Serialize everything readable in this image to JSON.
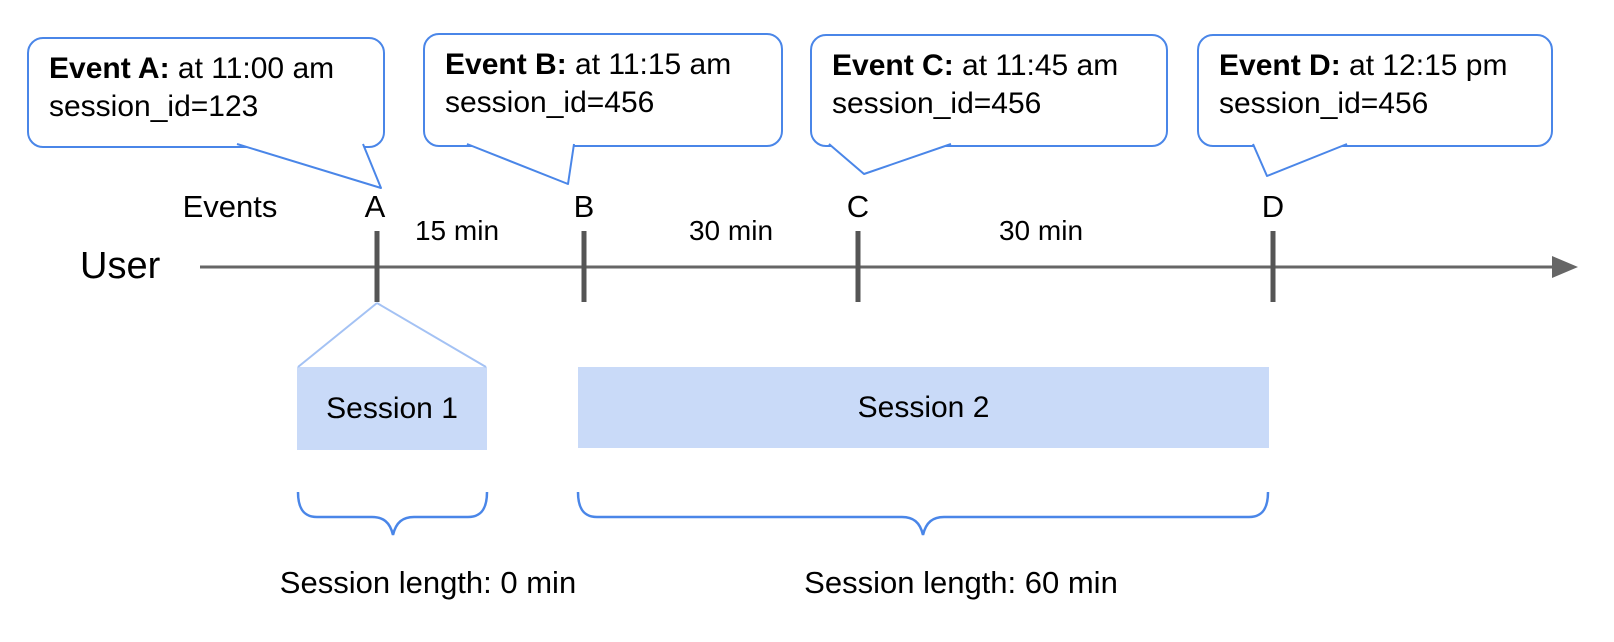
{
  "figure": {
    "events_label": "Events",
    "user_label": "User",
    "letters": [
      "A",
      "B",
      "C",
      "D"
    ],
    "intervals": [
      "15 min",
      "30 min",
      "30 min"
    ]
  },
  "bubbles": [
    {
      "bold": "Event A:",
      "rest": " at 11:00 am",
      "line2": "session_id=123"
    },
    {
      "bold": "Event B:",
      "rest": " at 11:15 am",
      "line2": "session_id=456"
    },
    {
      "bold": "Event C:",
      "rest": " at 11:45 am",
      "line2": "session_id=456"
    },
    {
      "bold": "Event D:",
      "rest": " at 12:15 pm",
      "line2": "session_id=456"
    }
  ],
  "sessions": [
    {
      "label": "Session 1",
      "length": "Session length: 0 min"
    },
    {
      "label": "Session 2",
      "length": "Session length: 60 min"
    }
  ],
  "colors": {
    "callout_border": "#4a86e8",
    "brace": "#4a86e8",
    "session_fill": "#c9daf8",
    "funnel_line": "#a4c2f4",
    "axis_line": "#666666",
    "tick_mark": "#555555",
    "text": "#000000"
  }
}
